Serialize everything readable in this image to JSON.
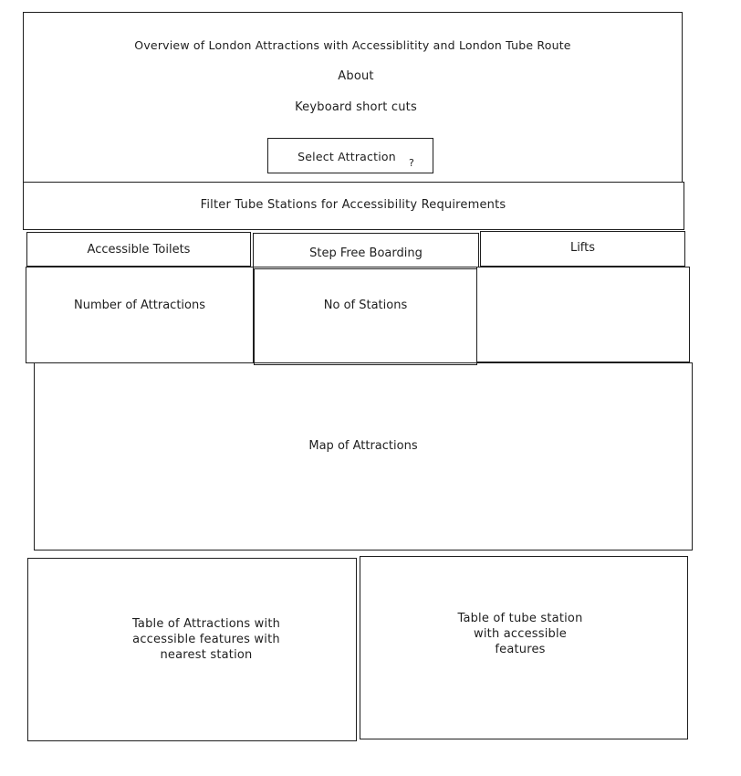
{
  "header": {
    "title": "Overview of London Attractions with Accessiblitity and London Tube Route",
    "about_link": "About",
    "shortcuts_link": "Keyboard short cuts",
    "select_button": "Select Attraction",
    "help_mark": "?"
  },
  "filter_bar": {
    "label": "Filter Tube Stations for Accessibility Requirements"
  },
  "filters": {
    "toilets": "Accessible Toilets",
    "step_free": "Step Free Boarding",
    "lifts": "Lifts"
  },
  "kpis": {
    "attractions": "Number of Attractions",
    "stations": "No of Stations"
  },
  "map": {
    "label": "Map of Attractions"
  },
  "tables": {
    "attractions": "Table of Attractions with accessible features with nearest station",
    "stations": "Table of tube station with accessible features"
  }
}
